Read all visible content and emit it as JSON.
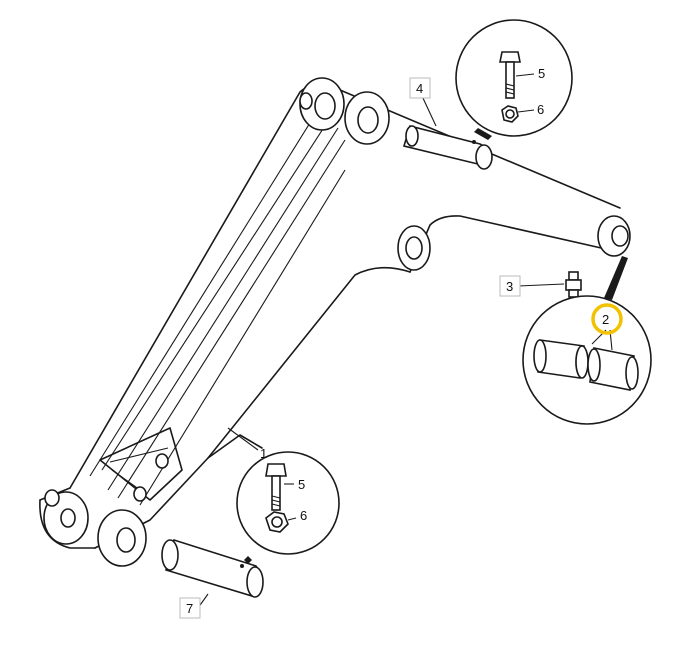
{
  "callouts": {
    "part1": "1",
    "part2": "2",
    "part3": "3",
    "part4": "4",
    "part5_top": "5",
    "part6_top": "6",
    "part5_bottom": "5",
    "part6_bottom": "6",
    "part7": "7"
  },
  "highlight": {
    "target": "2",
    "color": "#f2c200"
  }
}
